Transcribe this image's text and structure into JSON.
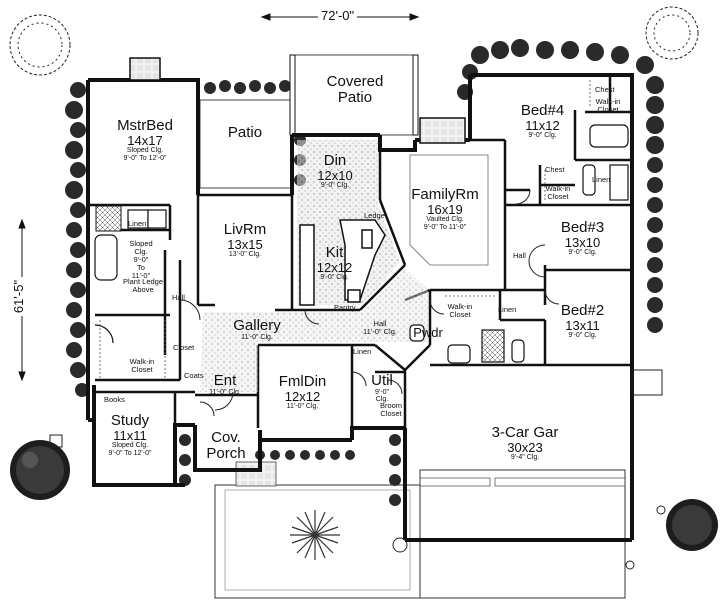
{
  "dimensions": {
    "width": "72'-0\"",
    "depth": "61'-5\""
  },
  "rooms": {
    "master_bed": {
      "name": "MstrBed",
      "size": "14x17",
      "note1": "Sloped Clg.",
      "note2": "9'-0\" To 12'-0\""
    },
    "patio": {
      "name": "Patio"
    },
    "covered_patio": {
      "line1": "Covered",
      "line2": "Patio"
    },
    "din": {
      "name": "Din",
      "size": "12x10",
      "note1": "9'-0\" Clg."
    },
    "family": {
      "name": "FamilyRm",
      "size": "16x19",
      "note1": "Vaulted Clg.",
      "note2": "9'-0\" To 11'-0\""
    },
    "bed4": {
      "name": "Bed#4",
      "size": "11x12",
      "note1": "9'-0\" Clg."
    },
    "bed3": {
      "name": "Bed#3",
      "size": "13x10",
      "note1": "9'-0\" Clg."
    },
    "bed2": {
      "name": "Bed#2",
      "size": "13x11",
      "note1": "9'-0\" Clg."
    },
    "livrm": {
      "name": "LivRm",
      "size": "13x15",
      "note1": "13'-0\" Clg."
    },
    "kit": {
      "name": "Kit",
      "size": "12x12",
      "note1": "9'-0\" Clg."
    },
    "gallery": {
      "name": "Gallery",
      "note1": "11'-0\" Clg."
    },
    "fmldin": {
      "name": "FmlDin",
      "size": "12x12",
      "note1": "11'-0\" Clg."
    },
    "ent": {
      "name": "Ent",
      "note1": "11'-0\" Clg."
    },
    "study": {
      "name": "Study",
      "size": "11x11",
      "note1": "Sloped Clg.",
      "note2": "9'-0\" To 12'-0\""
    },
    "cov_porch": {
      "line1": "Cov.",
      "line2": "Porch"
    },
    "util": {
      "name": "Util",
      "note1": "9'-0\"",
      "note2": "Clg."
    },
    "pwdr": {
      "name": "Pwdr"
    },
    "garage": {
      "name": "3-Car Gar",
      "size": "30x23",
      "note1": "9'-4\" Clg."
    }
  },
  "small_labels": {
    "linen_master": "Linen",
    "sloped_clg": "Sloped",
    "sloped_clg2": "Clg.",
    "sloped_clg3": "9'-0\"",
    "sloped_clg4": "To",
    "sloped_clg5": "11'-0\"",
    "plant_ledge": "Plant Ledge",
    "plant_ledge2": "Above",
    "hall_left": "Hall",
    "closet_left": "Closet",
    "walkin_master": "Walk-in",
    "walkin_master2": "Closet",
    "coats": "Coats",
    "books": "Books",
    "ledge": "Ledge",
    "pantry": "Pantry",
    "hall_mid": "Hall",
    "hall_mid2": "11'-0\" Clg.",
    "linen_mid": "Linen",
    "broom": "Broom",
    "broom2": "Closet",
    "walkin_bed2": "Walk-in",
    "walkin_bed2b": "Closet",
    "linen_bed2": "Linen",
    "hall_right": "Hall",
    "chest_bed3": "Chest",
    "walkin_bed3": "Walk-in",
    "walkin_bed3b": "Closet",
    "linen_bed3": "Linen",
    "chest_bed4": "Chest",
    "walkin_bed4": "Walk-in",
    "walkin_bed4b": "Closet"
  },
  "colors": {
    "wall": "#111111",
    "shrub": "#2a2a2a",
    "paving": "#bdbdbd"
  }
}
